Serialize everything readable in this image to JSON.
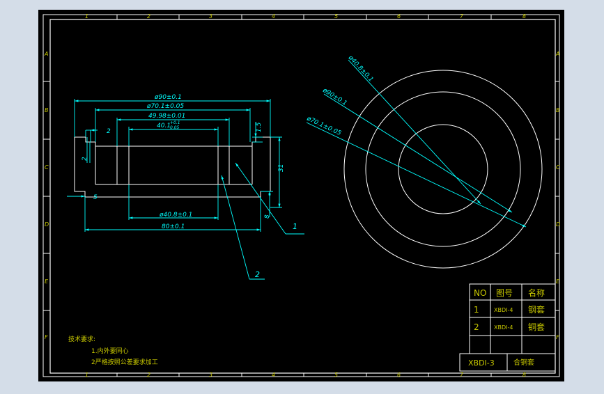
{
  "frame": {
    "col_labels": [
      "1",
      "2",
      "3",
      "4",
      "5",
      "6",
      "7",
      "8"
    ],
    "row_labels": [
      "A",
      "B",
      "C",
      "D",
      "E",
      "F"
    ]
  },
  "front_view": {
    "dims": {
      "d90": "ø90±0.1",
      "d70": "ø70.1±0.05",
      "d49": "49.98±0.01",
      "d40_main": "40.1",
      "d40_tol_upper": "+0.1",
      "d40_tol_lower": "0.05",
      "d40_8": "ø40.8±0.1",
      "len80": "80±0.1",
      "h31": "31",
      "h8": "8",
      "step15": "1.5",
      "w2_top": "2",
      "w2_side": "2",
      "w5": "5"
    },
    "callout_1": "1",
    "callout_2": "2"
  },
  "side_view": {
    "dims": {
      "d40_8": "ø40.8±0.1",
      "d90": "ø90±0.1",
      "d70": "ø70.1±0.05"
    }
  },
  "notes": {
    "title": "技术要求:",
    "items": [
      "1.内外要同心",
      "2严格按照公差要求加工"
    ]
  },
  "parts_table": {
    "headers": [
      "NO",
      "图号",
      "名称"
    ],
    "rows": [
      {
        "no": "1",
        "code": "XBDI-4",
        "name": "钢套"
      },
      {
        "no": "2",
        "code": "XBDI-4",
        "name": "铜套"
      }
    ]
  },
  "title_block": {
    "drawing_no": "XBDI-3",
    "name": "合铜套"
  },
  "colors": {
    "background": "#000000",
    "outer_bg": "#d4dde8",
    "geometry": "#ffffff",
    "dimension": "#00ffff",
    "frame_text": "#c8c800",
    "note_text": "#c8c800"
  }
}
